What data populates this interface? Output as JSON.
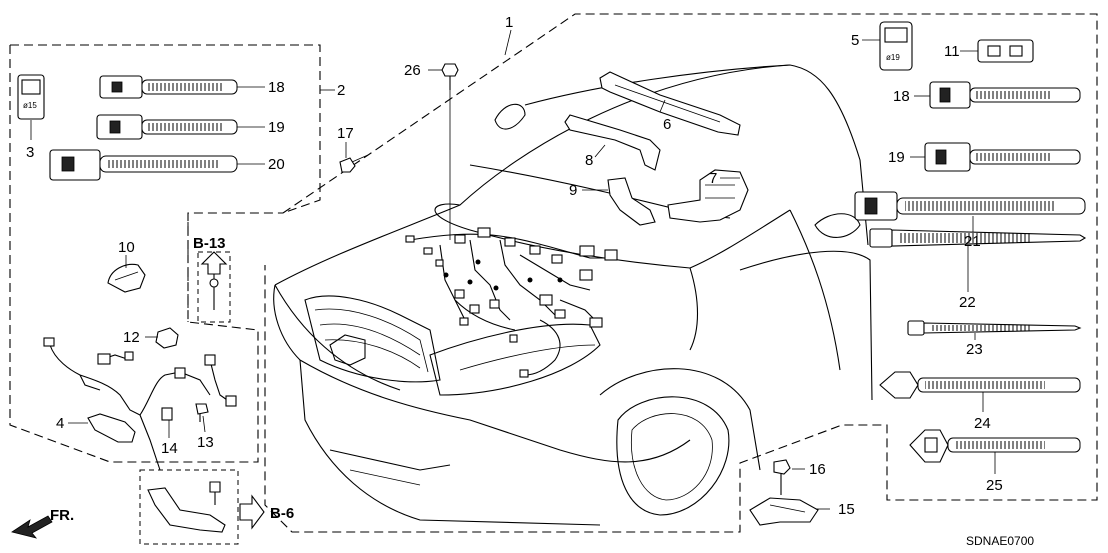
{
  "diagram_code": "SDNAE0700",
  "direction_label": "FR.",
  "references": {
    "b13": "B-13",
    "b6": "B-6"
  },
  "connector_markings": {
    "part3": "ø15",
    "part5": "ø19"
  },
  "callouts": {
    "p1": "1",
    "p2": "2",
    "p3": "3",
    "p4": "4",
    "p5": "5",
    "p6": "6",
    "p7": "7",
    "p8": "8",
    "p9": "9",
    "p10": "10",
    "p11": "11",
    "p12": "12",
    "p13": "13",
    "p14": "14",
    "p15": "15",
    "p16": "16",
    "p17": "17",
    "p18l": "18",
    "p18r": "18",
    "p19l": "19",
    "p19r": "19",
    "p20": "20",
    "p21": "21",
    "p22": "22",
    "p23": "23",
    "p24": "24",
    "p25": "25",
    "p26": "26"
  }
}
